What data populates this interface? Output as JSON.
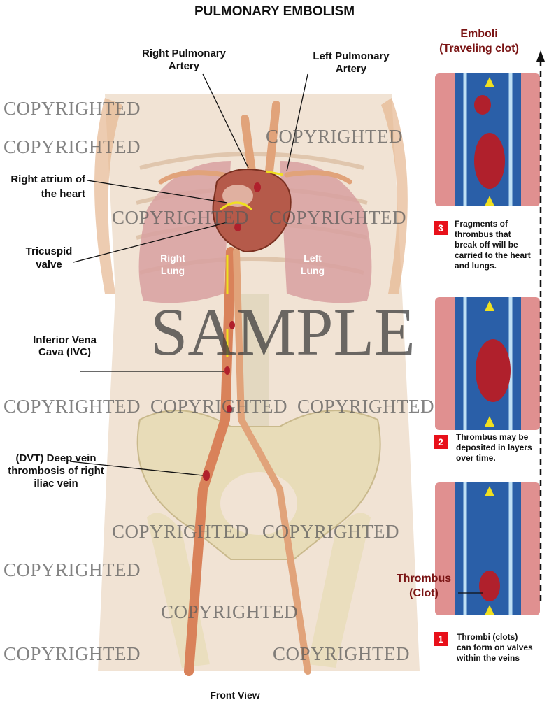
{
  "title": "PULMONARY EMBOLISM",
  "caption": "Front View",
  "labels": {
    "right_pulmonary_artery": "Right Pulmonary Artery",
    "left_pulmonary_artery": "Left Pulmonary Artery",
    "right_atrium": "Right atrium of the heart",
    "tricuspid_valve": "Tricuspid valve",
    "ivc": "Inferior Vena Cava (IVC)",
    "dvt": "(DVT) Deep vein thrombosis of right iliac vein",
    "right_lung": "Right Lung",
    "left_lung": "Left Lung"
  },
  "panels": {
    "emboli": "Emboli (Traveling clot)",
    "thrombus": "Thrombus (Clot)"
  },
  "steps": [
    {
      "number": "3",
      "text": "Fragments of thrombus that break off will be carried to the heart and lungs."
    },
    {
      "number": "2",
      "text": "Thrombus may be deposited in layers over time."
    },
    {
      "number": "1",
      "text": "Thrombi (clots) can form on valves within the veins"
    }
  ],
  "watermark": {
    "copyright": "COPYRIGHTED",
    "sample": "SAMPLE"
  },
  "colors": {
    "badge": "#e8101a",
    "panel_label": "#7a1414",
    "vein": "#2a5fa8",
    "clot": "#b0202c"
  }
}
